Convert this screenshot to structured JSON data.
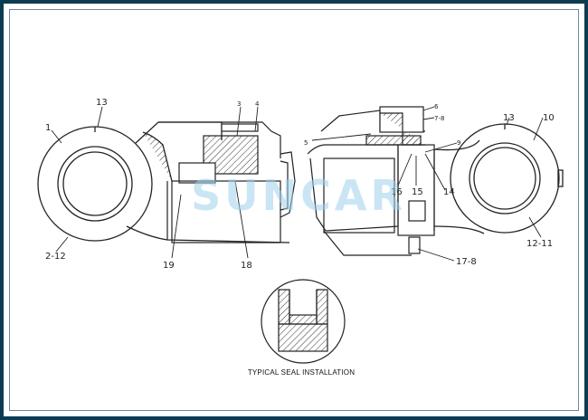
{
  "callouts": {
    "c1": "1",
    "c13l": "13",
    "c3": "3",
    "c4": "4",
    "c2_12": "2-12",
    "c19": "19",
    "c18": "18",
    "c5": "5",
    "c6": "6",
    "c7_8": "7-8",
    "c9": "9",
    "c13r": "13",
    "c10": "10",
    "c16": "16",
    "c15": "15",
    "c14": "14",
    "c12_11": "12-11",
    "c17_8": "17-8"
  },
  "caption": "TYPICAL SEAL INSTALLATION",
  "watermark": "SUNCAR",
  "colors": {
    "frame": "#0d3b52",
    "watermark": "#9fd0ec",
    "ink": "#222222"
  }
}
